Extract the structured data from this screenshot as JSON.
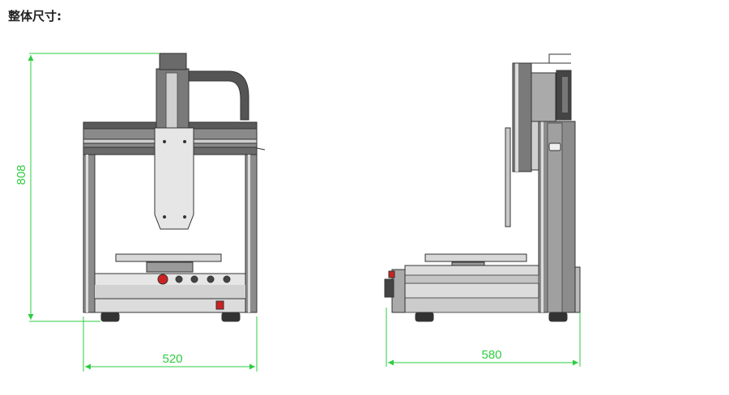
{
  "section_title": "整体尺寸:",
  "dimensions": {
    "height": "808",
    "width": "520",
    "depth": "580"
  },
  "colors": {
    "dimension_line": "#2ecc40",
    "frame": "#5a5a5a",
    "frame_dark": "#333333",
    "panel": "#e6e6e6",
    "button_red": "#cc2222"
  }
}
